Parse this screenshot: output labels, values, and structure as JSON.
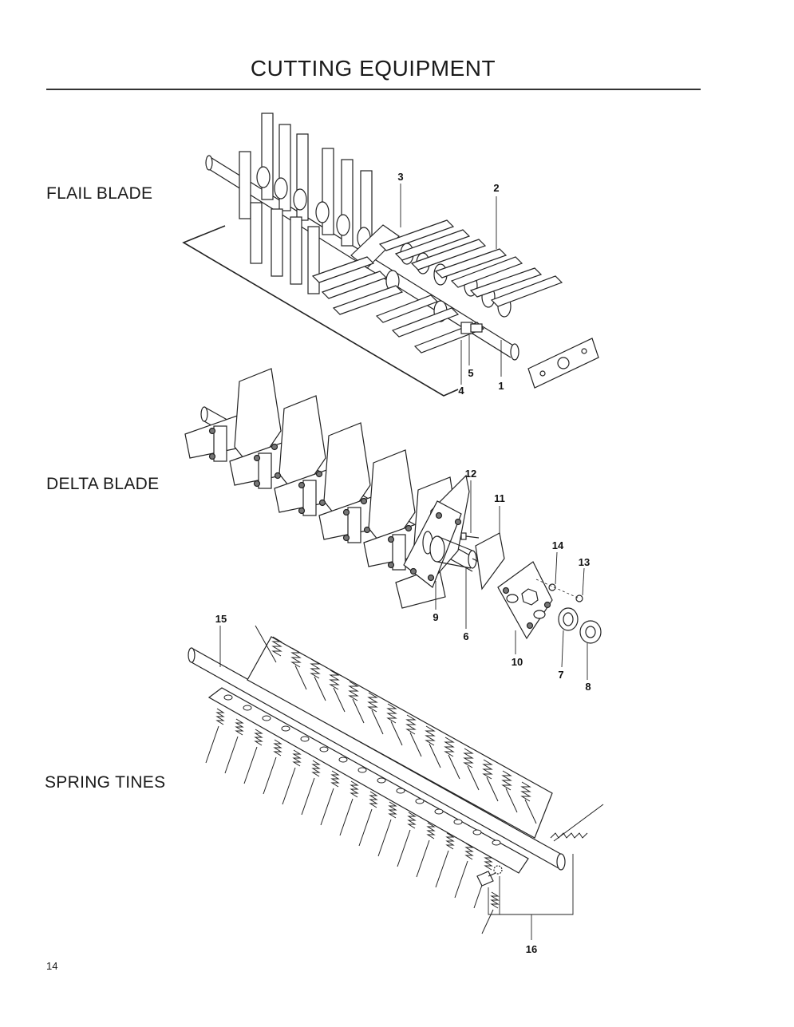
{
  "page": {
    "title": "CUTTING EQUIPMENT",
    "page_number": "14"
  },
  "sections": {
    "flail": "FLAIL BLADE",
    "delta": "DELTA BLADE",
    "spring": "SPRING TINES"
  },
  "callouts": [
    "1",
    "2",
    "3",
    "4",
    "5",
    "6",
    "7",
    "8",
    "9",
    "10",
    "11",
    "12",
    "13",
    "14",
    "15",
    "16"
  ]
}
